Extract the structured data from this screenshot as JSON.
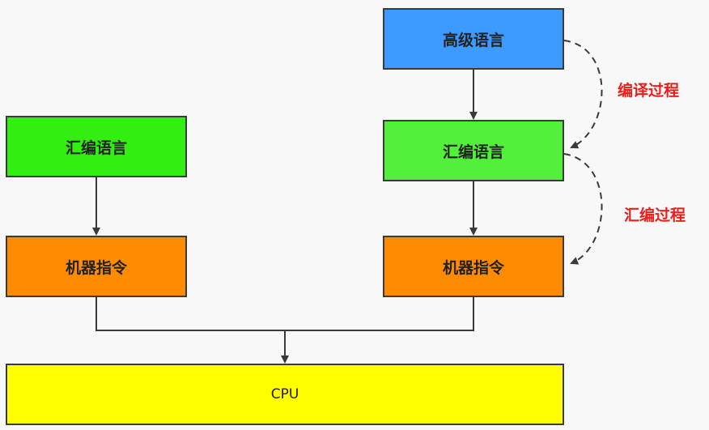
{
  "left": {
    "assembly": "汇编语言",
    "machine": "机器指令"
  },
  "right": {
    "high_level": "高级语言",
    "assembly": "汇编语言",
    "machine": "机器指令"
  },
  "cpu": "CPU",
  "annotations": {
    "compile": "编译过程",
    "assemble": "汇编过程"
  },
  "colors": {
    "blue": "#3d9bff",
    "green_left": "#33ee11",
    "green_right": "#52f03a",
    "orange": "#ff8c00",
    "yellow": "#ffff00",
    "red_text": "#e8201c"
  }
}
